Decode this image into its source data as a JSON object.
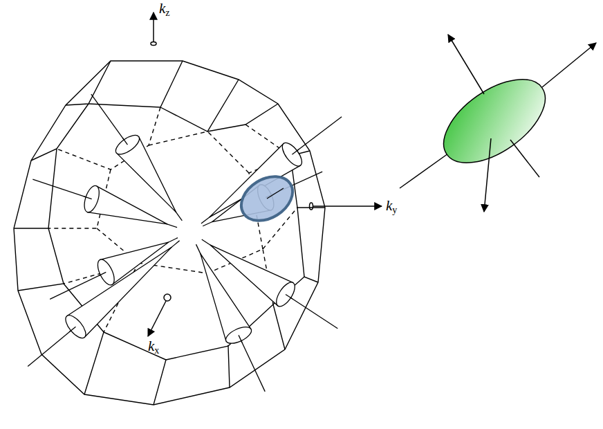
{
  "diagram": {
    "labels": [
      "kz",
      "ky",
      "kx"
    ]
  }
}
